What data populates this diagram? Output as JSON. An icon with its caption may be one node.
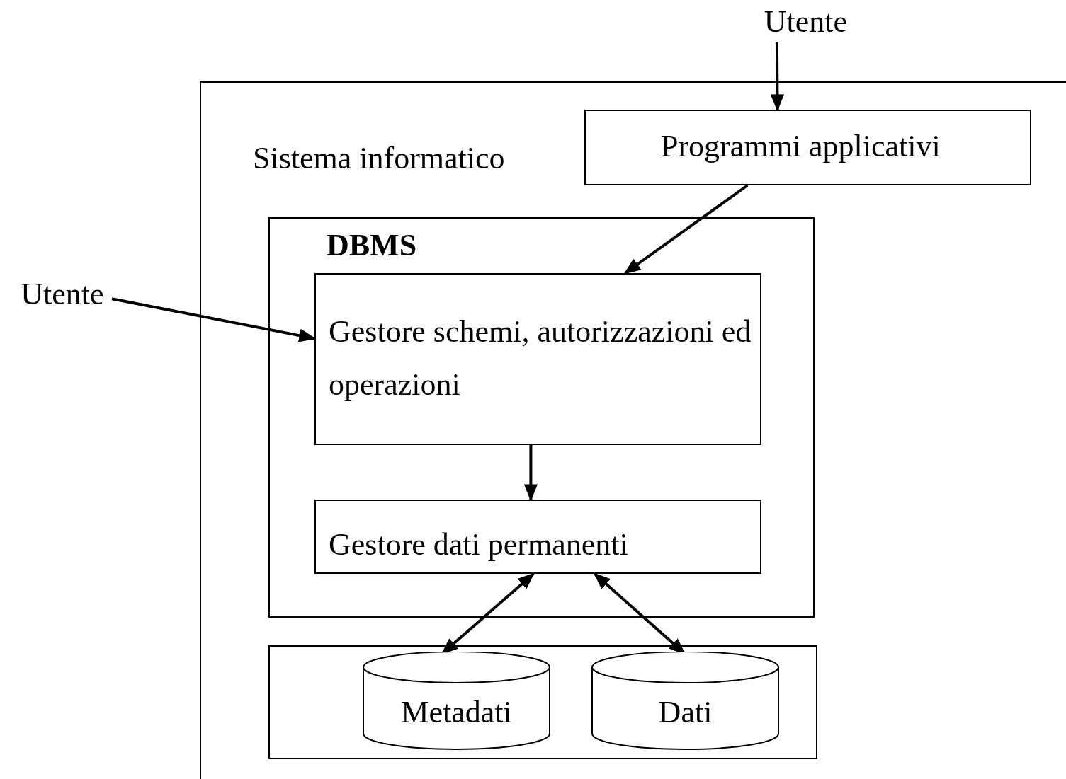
{
  "diagram": {
    "nodes": [
      {
        "text": [
          "Sistema informatico"
        ]
      },
      {
        "text": [
          "Utente"
        ]
      },
      {
        "text": [
          "Programmi applicativi"
        ],
        "in": 0
      },
      {
        "text": [
          "Utente"
        ]
      },
      {
        "text": [
          "DBMS"
        ],
        "in": 0
      },
      {
        "text": [
          "Gestore schemi, autorizzazioni ed operazioni"
        ],
        "in": 4
      },
      {
        "text": [
          "Gestore dati permanenti"
        ],
        "in": 4
      },
      {
        "text": [],
        "shape": "box",
        "in": 0
      },
      {
        "text": [
          "Metadati"
        ],
        "in": 7
      },
      {
        "text": [
          "Dati"
        ],
        "in": 7
      }
    ],
    "edges": [
      {
        "from": 1,
        "to": 2,
        "arrow": "to"
      },
      {
        "from": 2,
        "to": 5,
        "arrow": "to"
      },
      {
        "from": 3,
        "to": 5,
        "arrow": "to"
      },
      {
        "from": 5,
        "to": 6,
        "arrow": "to"
      },
      {
        "from": 6,
        "to": 8,
        "arrow": "both"
      },
      {
        "from": 6,
        "to": 9,
        "arrow": "both"
      }
    ]
  }
}
